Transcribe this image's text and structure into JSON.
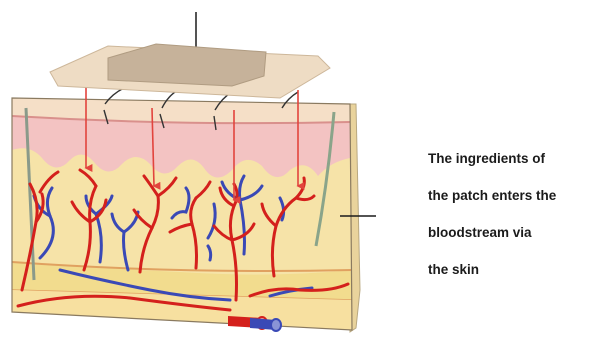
{
  "caption": {
    "lines": [
      "The ingredients of",
      "the patch enters the",
      "bloodstream via",
      "the skin"
    ]
  },
  "colors": {
    "patch_backing": "#eedcc4",
    "patch_pad": "#c6b29a",
    "epidermis": "#f3c3c2",
    "epidermis_top": "#f5dfc7",
    "dermis": "#f6e3a8",
    "fat_layer": "#f2dc8e",
    "artery": "#d4201c",
    "vein": "#3a49b6",
    "ingredient_arrow": "#e2443d",
    "leader_line": "#1a1a1a"
  },
  "icons": [
    "skin-cross-section-illustration",
    "transdermal-patch-icon"
  ]
}
